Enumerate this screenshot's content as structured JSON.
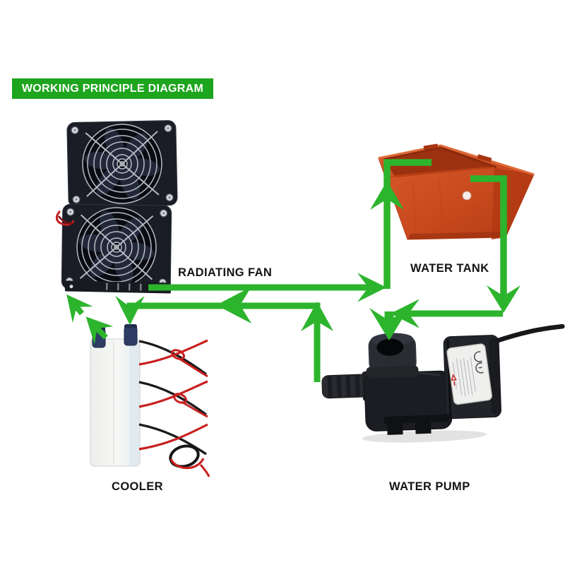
{
  "title_banner": {
    "label": "WORKING PRINCIPLE DIAGRAM"
  },
  "components": {
    "radiating_fan": {
      "label": "RADIATING FAN",
      "description": "two stacked black axial fans with wire grilles"
    },
    "water_tank": {
      "label": "WATER TANK",
      "description": "orange plastic tank, tilted, with small white hole"
    },
    "cooler": {
      "label": "COOLER",
      "description": "white cooling block, two blue hose nozzles, red and black wires"
    },
    "water_pump": {
      "label": "WATER PUMP",
      "description": "black pump with top inlet, barbed side outlet, white CE label, power cord"
    }
  },
  "flow": {
    "arrow_color": "#2db42d",
    "connections": [
      {
        "from": "water_pump",
        "to": "cooler"
      },
      {
        "from": "cooler",
        "to": "radiating_fan"
      },
      {
        "from": "radiating_fan",
        "to": "water_tank"
      },
      {
        "from": "water_tank",
        "to": "water_pump"
      }
    ]
  },
  "colors": {
    "banner_green": "#1ea51e",
    "banner_text": "#ffffff",
    "arrow_green": "#2db42d",
    "label_text": "#141414",
    "tank_orange": "#cd4a20",
    "page_bg": "#ffffff"
  }
}
